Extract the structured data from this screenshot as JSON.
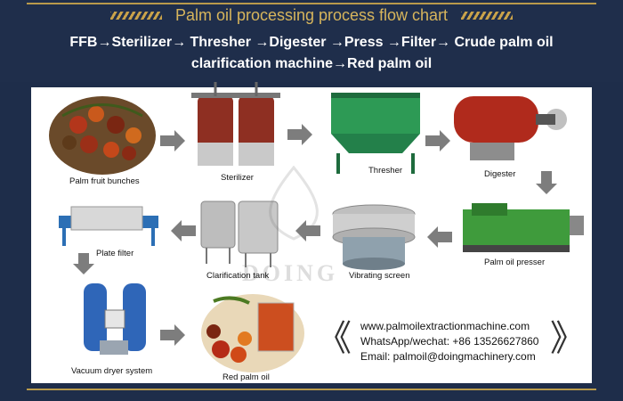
{
  "header": {
    "title": "Palm oil processing process flow chart",
    "subtitle_line1": "FFB→Sterilizer→ Thresher →Digester →Press →Filter→ Crude palm oil",
    "subtitle_line2": "clarification machine→Red palm oil"
  },
  "steps": {
    "bunches": "Palm fruit bunches",
    "sterilizer": "Sterilizer",
    "thresher": "Thresher",
    "digester": "Digester",
    "presser": "Palm oil presser",
    "screen": "Vibrating screen",
    "tank": "Clarification tank",
    "filter": "Plate filter",
    "dryer": "Vacuum dryer system",
    "redoil": "Red palm oil"
  },
  "contact": {
    "website": "www.palmoilextractionmachine.com",
    "phone": "WhatsApp/wechat: +86 13526627860",
    "email": "Email: palmoil@doingmachinery.com"
  },
  "watermark": "DOING",
  "colors": {
    "header_bg": "#1f2e4b",
    "gold": "#d7b55c",
    "arrow": "#7d7d7d"
  }
}
